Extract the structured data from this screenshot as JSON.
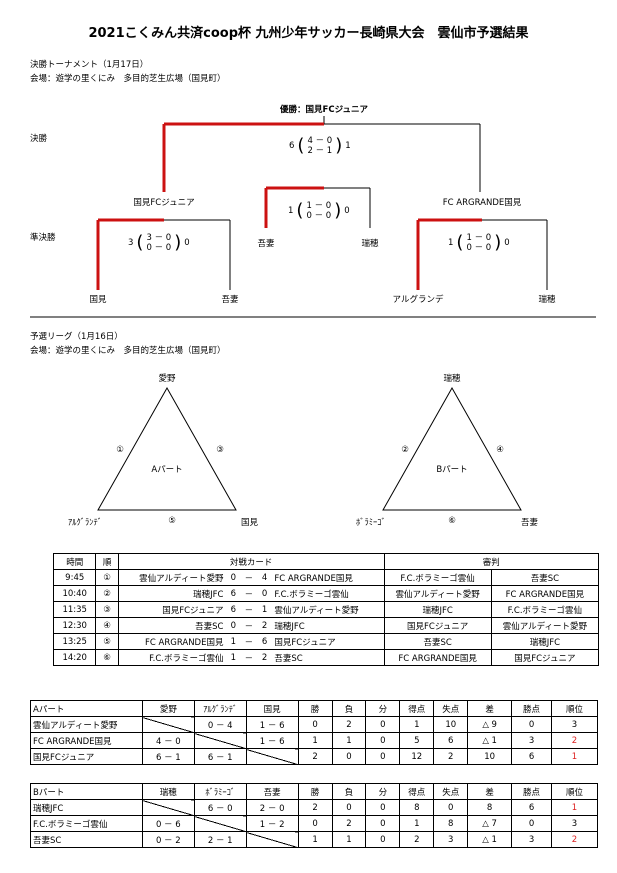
{
  "title": "2021こくみん共済coop杯 九州少年サッカー長崎県大会　雲仙市予選結果",
  "tournament": {
    "heading": "決勝トーナメント（1月17日）",
    "venue": "会場：遊学の里くにみ　多目的芝生広場（国見町）",
    "round_final": "決勝",
    "round_semi": "準決勝",
    "champion": "優勝：国見FCジュニア",
    "final": {
      "left": "6",
      "right": "1",
      "h1": "4 － 0",
      "h2": "2 － 1"
    },
    "left_winner": "国見FCジュニア",
    "right_winner": "FC ARGRANDE国見",
    "semi1": {
      "left": "3",
      "right": "0",
      "h1": "3 － 0",
      "h2": "0 － 0"
    },
    "semi_mid": {
      "left": "1",
      "right": "0",
      "h1": "1 － 0",
      "h2": "0 － 0"
    },
    "semi2": {
      "left": "1",
      "right": "0",
      "h1": "1 － 0",
      "h2": "0 － 0"
    },
    "teams": [
      "国見",
      "吾妻",
      "吾妻",
      "瑞穂",
      "アルグランデ",
      "瑞穂"
    ]
  },
  "league": {
    "heading": "予選リーグ（1月16日）",
    "venue": "会場：遊学の里くにみ　多目的芝生広場（国見町）",
    "groupA": {
      "top": "愛野",
      "left": "ｱﾙｸﾞﾗﾝﾃﾞ",
      "right": "国見",
      "name": "Aパート",
      "m_left": "①",
      "m_right": "③",
      "m_bottom": "⑤"
    },
    "groupB": {
      "top": "瑞穂",
      "left": "ﾎﾞﾗﾐｰｺﾞ",
      "right": "吾妻",
      "name": "Bパート",
      "m_left": "②",
      "m_right": "④",
      "m_bottom": "⑥"
    }
  },
  "schedule": {
    "headers": [
      "時間",
      "順",
      "対戦カード",
      "審判"
    ],
    "rows": [
      [
        "9:45",
        "①",
        "雲仙アルディート愛野",
        "0",
        "－",
        "4",
        "FC ARGRANDE国見",
        "F.C.ボラミーゴ雲仙",
        "吾妻SC"
      ],
      [
        "10:40",
        "②",
        "瑞穂JFC",
        "6",
        "－",
        "0",
        "F.C.ボラミーゴ雲仙",
        "雲仙アルディート愛野",
        "FC ARGRANDE国見"
      ],
      [
        "11:35",
        "③",
        "国見FCジュニア",
        "6",
        "－",
        "1",
        "雲仙アルディート愛野",
        "瑞穂JFC",
        "F.C.ボラミーゴ雲仙"
      ],
      [
        "12:30",
        "④",
        "吾妻SC",
        "0",
        "－",
        "2",
        "瑞穂JFC",
        "国見FCジュニア",
        "雲仙アルディート愛野"
      ],
      [
        "13:25",
        "⑤",
        "FC ARGRANDE国見",
        "1",
        "－",
        "6",
        "国見FCジュニア",
        "吾妻SC",
        "瑞穂JFC"
      ],
      [
        "14:20",
        "⑥",
        "F.C.ボラミーゴ雲仙",
        "1",
        "－",
        "2",
        "吾妻SC",
        "FC ARGRANDE国見",
        "国見FCジュニア"
      ]
    ]
  },
  "standingsA": {
    "headers": [
      "Aパート",
      "愛野",
      "ｱﾙｸﾞﾗﾝﾃﾞ",
      "国見",
      "勝",
      "負",
      "分",
      "得点",
      "失点",
      "差",
      "勝点",
      "順位"
    ],
    "rows": [
      [
        "雲仙アルディート愛野",
        "",
        "0 － 4",
        "1 － 6",
        "0",
        "2",
        "0",
        "1",
        "10",
        "△ 9",
        "0",
        "3"
      ],
      [
        "FC ARGRANDE国見",
        "4 － 0",
        "",
        "1 － 6",
        "1",
        "1",
        "0",
        "5",
        "6",
        "△ 1",
        "3",
        "2"
      ],
      [
        "国見FCジュニア",
        "6 － 1",
        "6 － 1",
        "",
        "2",
        "0",
        "0",
        "12",
        "2",
        "10",
        "6",
        "1"
      ]
    ]
  },
  "standingsB": {
    "headers": [
      "Bパート",
      "瑞穂",
      "ﾎﾞﾗﾐｰｺﾞ",
      "吾妻",
      "勝",
      "負",
      "分",
      "得点",
      "失点",
      "差",
      "勝点",
      "順位"
    ],
    "rows": [
      [
        "瑞穂JFC",
        "",
        "6 － 0",
        "2 － 0",
        "2",
        "0",
        "0",
        "8",
        "0",
        "8",
        "6",
        "1"
      ],
      [
        "F.C.ボラミーゴ雲仙",
        "0 － 6",
        "",
        "1 － 2",
        "0",
        "2",
        "0",
        "1",
        "8",
        "△ 7",
        "0",
        "3"
      ],
      [
        "吾妻SC",
        "0 － 2",
        "2 － 1",
        "",
        "1",
        "1",
        "0",
        "2",
        "3",
        "△ 1",
        "3",
        "2"
      ]
    ]
  },
  "colors": {
    "winner_line": "#cc1111",
    "rank_top": "#d22"
  }
}
